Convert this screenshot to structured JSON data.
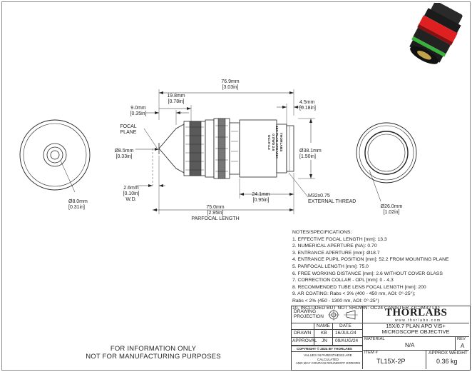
{
  "top_lens_dims": {
    "overall_length": "76.9mm",
    "overall_length_in": "[3.03in]",
    "d_19_8": "19.8mm",
    "d_19_8_in": "[0.78in]",
    "d_9_0": "9.0mm",
    "d_9_0_in": "[0.35in]",
    "d_4_5": "4.5mm",
    "d_4_5_in": "[0.18in]",
    "focal_plane_line1": "FOCAL",
    "focal_plane_line2": "PLANE",
    "d_8_5": "Ø8.5mm",
    "d_8_5_in": "[0.33in]",
    "d_38_1": "Ø38.1mm",
    "d_38_1_in": "[1.50in]",
    "d_2_6": "2.6mm",
    "d_2_6_in": "[0.10in]",
    "wd": "W.D.",
    "d_24_1": "24.1mm",
    "d_24_1_in": "[0.95in]",
    "thread_line1": "M32x0.75",
    "thread_line2": "EXTERNAL THREAD",
    "d_75_0": "75.0mm",
    "d_75_0_in": "[2.95in]",
    "parfocal": "PARFOCAL LENGTH"
  },
  "front_view": {
    "d_8_0": "Ø8.0mm",
    "d_8_0_in": "[0.31in]"
  },
  "rear_view": {
    "d_26_0": "Ø26.0mm",
    "d_26_0_in": "[1.02in]"
  },
  "lens_engraving": [
    "THORLABS",
    "15X PLAN APO VIS+",
    "0.7/WD 2.6",
    "OC=0-4.3"
  ],
  "notes": {
    "heading": "NOTES/SPECIFICATIONS:",
    "items": [
      "1.  EFFECTIVE FOCAL LENGTH [mm]: 13.3",
      "2.  NUMERICAL APERTURE (NA): 0.70",
      "3.  ENTRANCE APERTURE [mm]: Ø18.7",
      "4.  ENTRANCE PUPIL POSITION [mm]: 52.2 FROM MOUNTING PLANE",
      "5.  PARFOCAL LENGTH [mm]: 75.0",
      "6.  FREE WORKING DISTANCE [mm]: 2.6 WITHOUT COVER GLASS",
      "7.  CORRECTION COLLAR - OPL [mm]: 0 - 4.3",
      "8.  RECOMMENDED TUBE LENS FOCAL LENGTH [mm]: 200",
      "9.  AR COATING: Rabs < 3% (400 - 450 nm, AOI: 0°-25°);",
      "       Rabs < 2% (450 - 1300 nm, AOI: 0°-25°)",
      "10. INCLUDED BUT NOT SHOWN: OC24 CANISTER, OC2M32 LID"
    ]
  },
  "title_block": {
    "drawing_projection_line1": "DRAWING",
    "drawing_projection_line2": "PROJECTION",
    "col_name": "NAME",
    "col_date": "DATE",
    "drawn_label": "DRAWN",
    "drawn_name": "KB",
    "drawn_date": "16/JUL/24",
    "approval_label": "APPROVAL",
    "approval_name": "JN",
    "approval_date": "09/AUG/24",
    "copyright": "COPYRIGHT © 2024 BY THORLABS",
    "values_note_line1": "VALUES IN PARENTHESIS ARE CALCULATED",
    "values_note_line2": "AND MAY CONTAIN ROUNDOFF ERRORS",
    "logo": "THORLABS",
    "website": "www.thorlabs.com",
    "description_line1": "15X/0.7 PLAN APO VIS+",
    "description_line2": "MICROSCOPE OBJECTIVE",
    "material_label": "MATERIAL",
    "material_value": "N/A",
    "rev_label": "REV",
    "rev_value": "A",
    "item_label": "ITEM #",
    "item_value": "TL15X-2P",
    "weight_label": "APPROX WEIGHT",
    "weight_value": "0.36 kg"
  },
  "disclaimer": {
    "line1": "FOR INFORMATION ONLY",
    "line2": "NOT FOR MANUFACTURING PURPOSES"
  },
  "colors": {
    "red_band": "#e02020",
    "green_band": "#38b23a",
    "body_dark": "#1b1b1b"
  }
}
